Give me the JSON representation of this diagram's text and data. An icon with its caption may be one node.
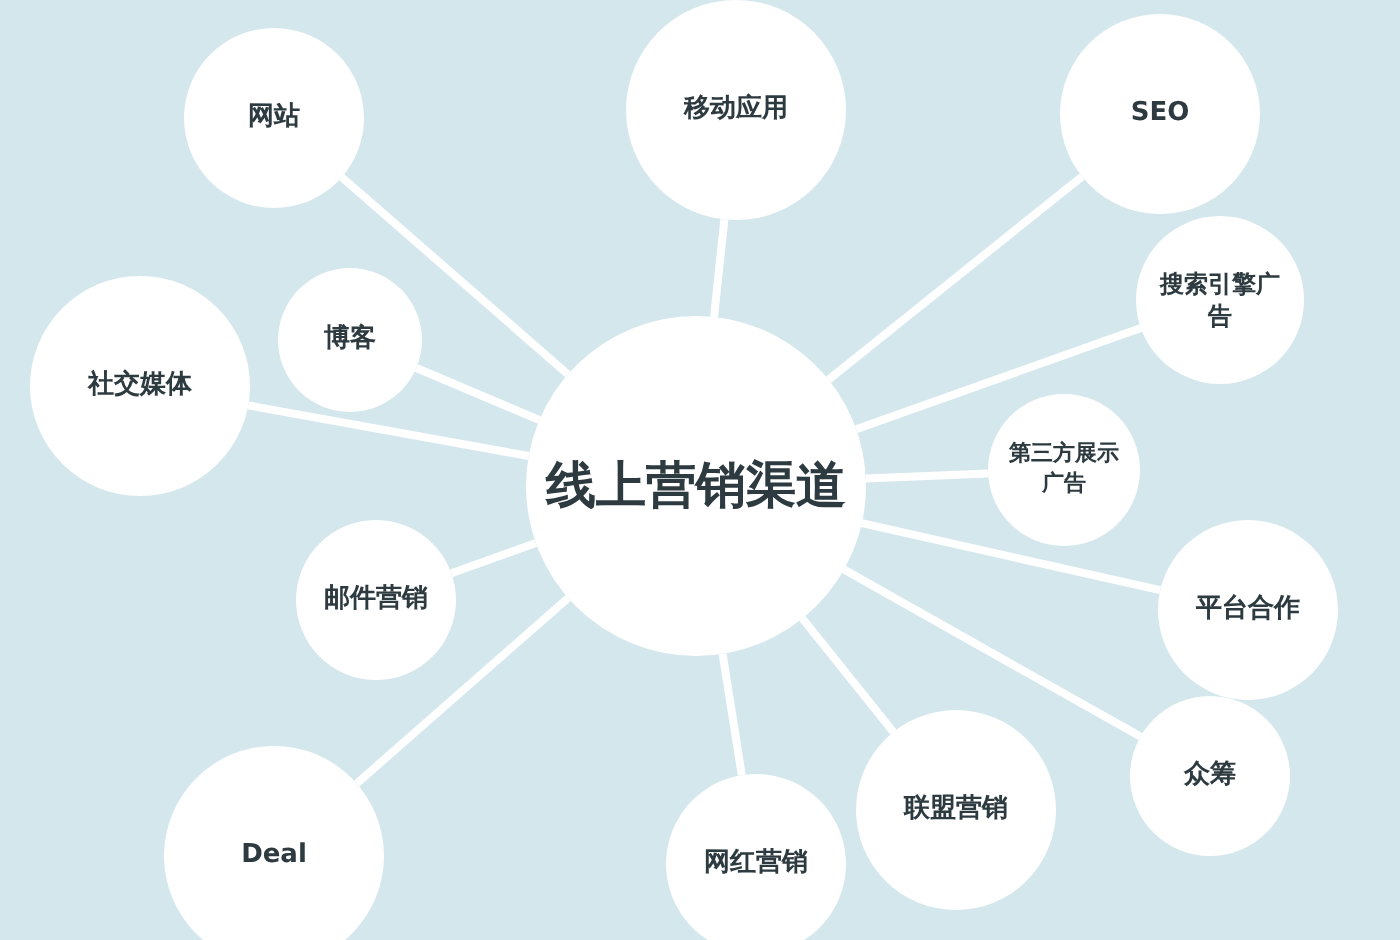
{
  "diagram": {
    "nodes": [
      {
        "text": [
          "线上营销渠道"
        ]
      },
      {
        "text": [
          "网站"
        ]
      },
      {
        "text": [
          "移动应用"
        ]
      },
      {
        "text": [
          "SEO"
        ]
      },
      {
        "text": [
          "搜索引擎广告"
        ]
      },
      {
        "text": [
          "博客"
        ]
      },
      {
        "text": [
          "社交媒体"
        ]
      },
      {
        "text": [
          "第三方展示广告"
        ]
      },
      {
        "text": [
          "平台合作"
        ]
      },
      {
        "text": [
          "邮件营销"
        ]
      },
      {
        "text": [
          "众筹"
        ]
      },
      {
        "text": [
          "联盟营销"
        ]
      },
      {
        "text": [
          "Deal"
        ]
      },
      {
        "text": [
          "网红营销"
        ]
      }
    ],
    "edges": [
      {
        "from": 0,
        "to": 1,
        "arrow": "none"
      },
      {
        "from": 0,
        "to": 2,
        "arrow": "none"
      },
      {
        "from": 0,
        "to": 3,
        "arrow": "none"
      },
      {
        "from": 0,
        "to": 4,
        "arrow": "none"
      },
      {
        "from": 0,
        "to": 5,
        "arrow": "none"
      },
      {
        "from": 0,
        "to": 6,
        "arrow": "none"
      },
      {
        "from": 0,
        "to": 7,
        "arrow": "none"
      },
      {
        "from": 0,
        "to": 8,
        "arrow": "none"
      },
      {
        "from": 0,
        "to": 9,
        "arrow": "none"
      },
      {
        "from": 0,
        "to": 10,
        "arrow": "none"
      },
      {
        "from": 0,
        "to": 11,
        "arrow": "none"
      },
      {
        "from": 0,
        "to": 12,
        "arrow": "none"
      },
      {
        "from": 0,
        "to": 13,
        "arrow": "none"
      }
    ]
  }
}
